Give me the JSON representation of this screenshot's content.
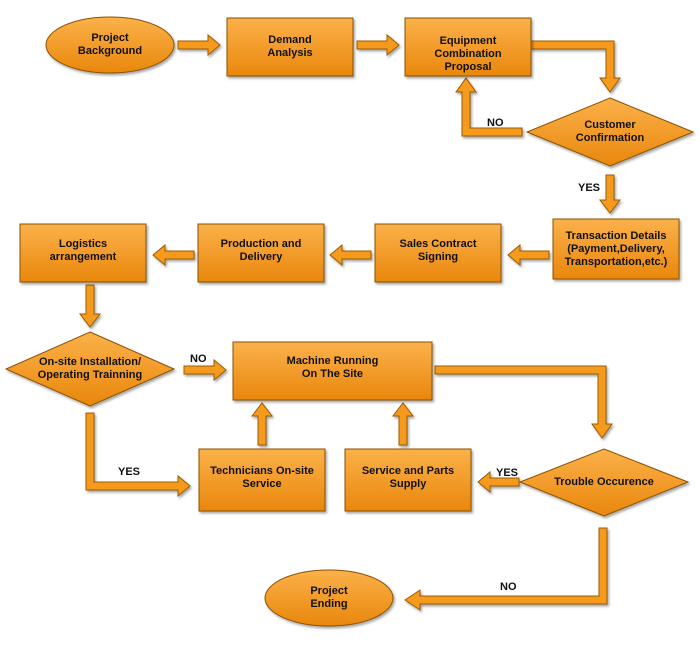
{
  "colors": {
    "fill_top": "#FBB14A",
    "fill_bottom": "#E9870C",
    "stroke": "#8A5200",
    "arrow_fill": "#F59A1B",
    "arrow_stroke": "#9C5C00",
    "text": "#111111",
    "background": "#FFFFFF"
  },
  "nodes": {
    "project_background": "Project\nBackground",
    "demand_analysis": "Demand\nAnalysis",
    "equipment_combination": "Equipment Combination\nProposal",
    "customer_confirmation": "Customer\nConfirmation",
    "transaction_details": "Transaction Details\n(Payment,Delivery,\nTransportation,etc.)",
    "sales_contract": "Sales Contract\nSigning",
    "production_delivery": "Production and\nDelivery",
    "logistics": "Logistics\narrangement",
    "onsite_installation": "On-site Installation/\nOperating Trainning",
    "machine_running": "Machine Running\nOn The Site",
    "trouble_occurence": "Trouble Occurence",
    "service_parts": "Service and Parts\nSupply",
    "technicians": "Technicians On-site\nService",
    "project_ending": "Project\nEnding"
  },
  "edge_labels": {
    "no_confirmation": "NO",
    "yes_confirmation": "YES",
    "no_installation": "NO",
    "yes_installation": "YES",
    "yes_trouble": "YES",
    "no_trouble": "NO"
  }
}
